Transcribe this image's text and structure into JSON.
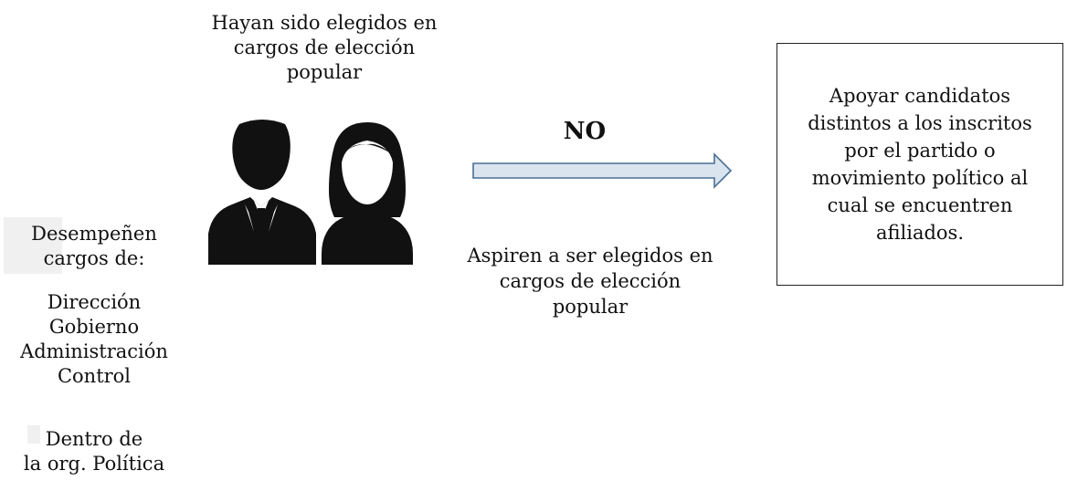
{
  "top_caption": "Hayan sido elegidos en\ncargos de elección\npopular",
  "no_label": "NO",
  "aspiren_caption": "Aspiren a ser elegidos en\ncargos de elección\npopular",
  "left_column": {
    "desempenen": "Desempeñen\ncargos de:",
    "cargos": "Dirección\nGobierno\nAdministración\nControl",
    "dentro": "Dentro de\nla org. Política"
  },
  "result_box": {
    "text": "Apoyar candidatos\ndistintos a los inscritos\npor el partido o\nmovimiento político al\ncual se encuentren\nafiliados."
  },
  "icons": {
    "people": "man-and-woman-silhouette-icon",
    "arrow": "right-arrow-icon"
  },
  "colors": {
    "arrow_fill": "#d9e4ee",
    "arrow_stroke": "#4a6f96",
    "silhouette": "#111111"
  }
}
